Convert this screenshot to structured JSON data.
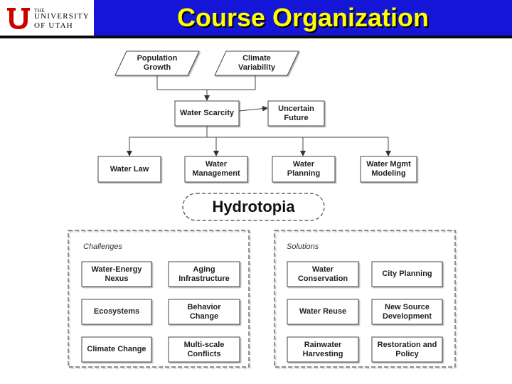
{
  "header": {
    "title": "Course Organization",
    "logo": {
      "line1": "THE",
      "line2": "UNIVERSITY",
      "line3": "OF UTAH"
    }
  },
  "diagram": {
    "drivers": [
      "Population\nGrowth",
      "Climate\nVariability"
    ],
    "water_scarcity": "Water Scarcity",
    "uncertain_future": "Uncertain\nFuture",
    "topics": [
      "Water Law",
      "Water\nManagement",
      "Water\nPlanning",
      "Water Mgmt\nModeling"
    ],
    "hydrotopia": "Hydrotopia",
    "challenges": {
      "label": "Challenges",
      "items": [
        "Water-Energy\nNexus",
        "Aging\nInfrastructure",
        "Ecosystems",
        "Behavior\nChange",
        "Climate Change",
        "Multi-scale\nConflicts"
      ]
    },
    "solutions": {
      "label": "Solutions",
      "items": [
        "Water\nConservation",
        "City Planning",
        "Water Reuse",
        "New Source\nDevelopment",
        "Rainwater\nHarvesting",
        "Restoration and\nPolicy"
      ]
    }
  },
  "colors": {
    "header_bg": "#1515d8",
    "title": "#ffff00",
    "logo_red": "#cc0000"
  }
}
